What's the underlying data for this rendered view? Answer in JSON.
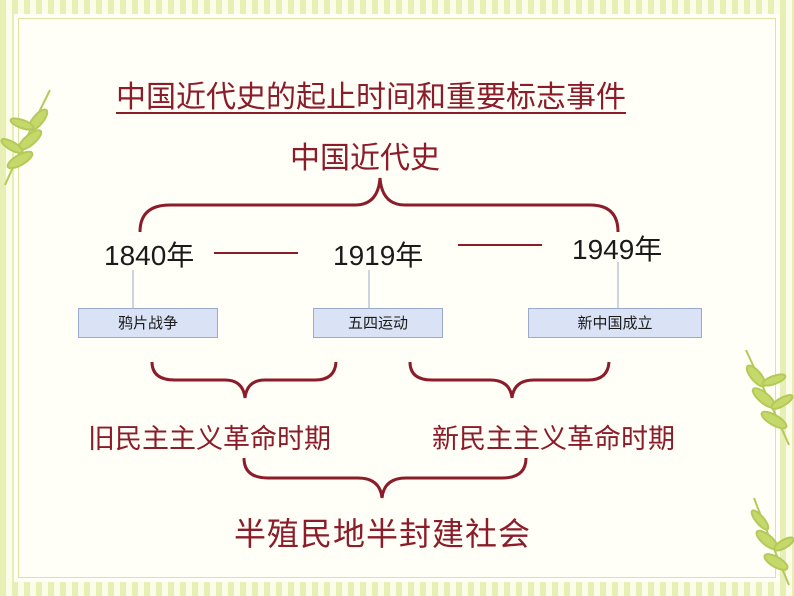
{
  "title": "中国近代史的起止时间和重要标志事件",
  "subject": "中国近代史",
  "years": [
    "1840年",
    "1919年",
    "1949年"
  ],
  "events": [
    "鸦片战争",
    "五四运动",
    "新中国成立"
  ],
  "periods": [
    "旧民主主义革命时期",
    "新民主主义革命时期"
  ],
  "society": "半殖民地半封建社会",
  "colors": {
    "accent": "#8b1c2a",
    "event_box_fill": "#d9e3f5",
    "event_box_border": "#9aaac8",
    "leaf": "#a9c24a",
    "border": "#e8efb4"
  },
  "icons": [
    "leaf-decoration-icon"
  ]
}
